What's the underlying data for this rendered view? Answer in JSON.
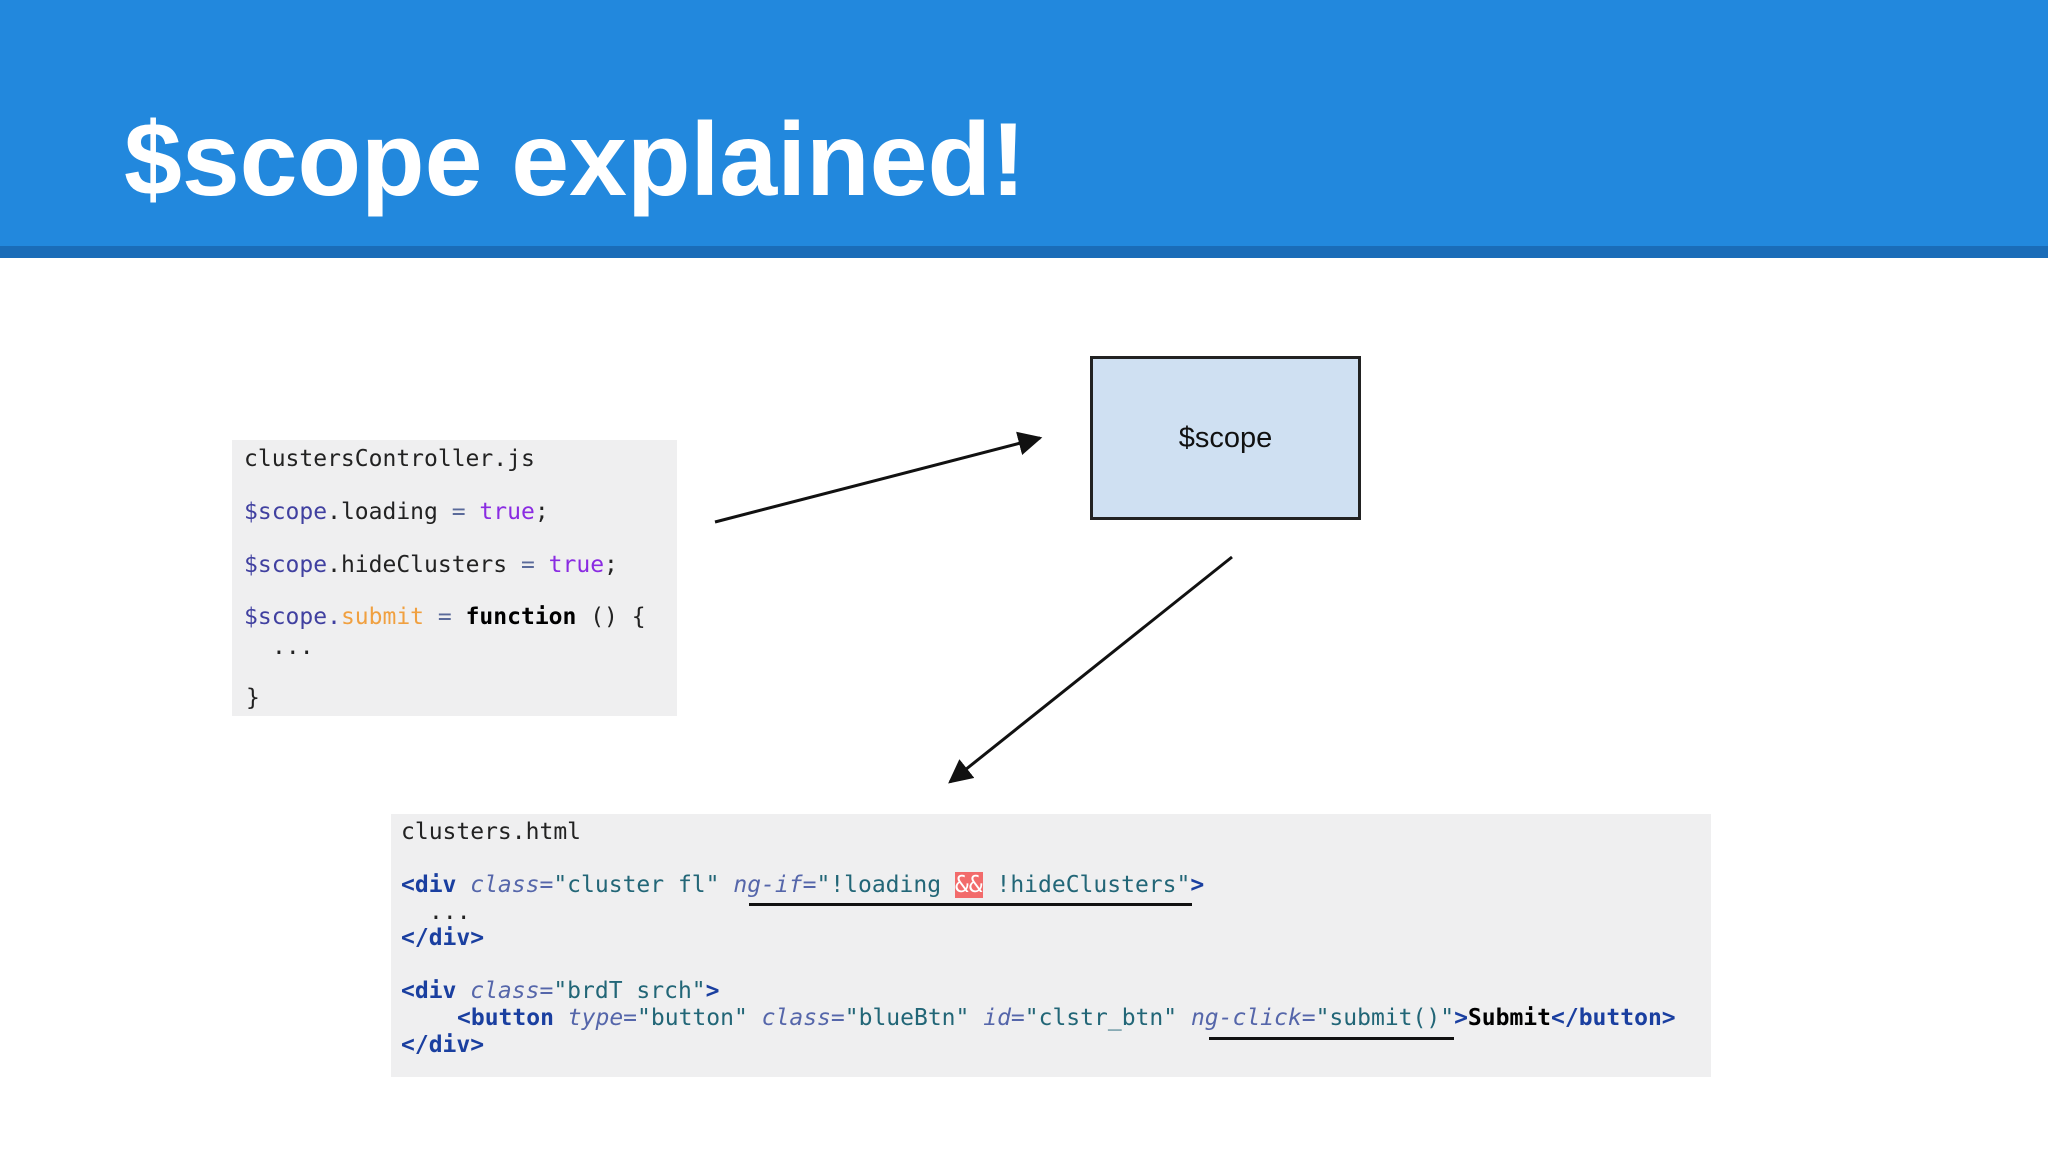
{
  "slide": {
    "title": "$scope explained!"
  },
  "scope_box": {
    "label": "$scope",
    "fill_color": "#cfe0f2"
  },
  "js_snippet": {
    "filename": "clustersController.js",
    "line1": {
      "var": "$scope",
      "prop": ".loading",
      "op": " = ",
      "val": "true",
      "end": ";"
    },
    "line2": {
      "var": "$scope",
      "prop": ".hideClusters",
      "op": " = ",
      "val": "true",
      "end": ";"
    },
    "line3": {
      "var": "$scope.",
      "prop": "submit",
      "op": " = ",
      "kw": "function",
      "rest": " () {"
    },
    "ellipsis": "...",
    "close": "}"
  },
  "html_snippet": {
    "filename": "clusters.html",
    "div1": {
      "open": "<div",
      "class_attr": " class=",
      "class_val": "\"cluster fl\"",
      "ngif_attr": " ng-if=",
      "ngif_val_a": "\"!loading ",
      "amp": "&&",
      "ngif_val_b": " !hideClusters\"",
      "gt": ">"
    },
    "ellipsis": "...",
    "div1_close": "</div>",
    "div2": {
      "open": "<div",
      "class_attr": " class=",
      "class_val": "\"brdT srch\"",
      "gt": ">"
    },
    "button": {
      "open": "<button",
      "type_attr": " type=",
      "type_val": "\"button\"",
      "class_attr": " class=",
      "class_val": "\"blueBtn\"",
      "id_attr": " id=",
      "id_val": "\"clstr_btn\"",
      "click_attr": " ng-click=",
      "click_val": "\"submit()\"",
      "gt": ">",
      "text": "Submit",
      "close": "</button>"
    },
    "div2_close": "</div>"
  },
  "colors": {
    "header": "#2288dd",
    "header_rule": "#1a6cb8",
    "code_background": "#efeff0"
  }
}
